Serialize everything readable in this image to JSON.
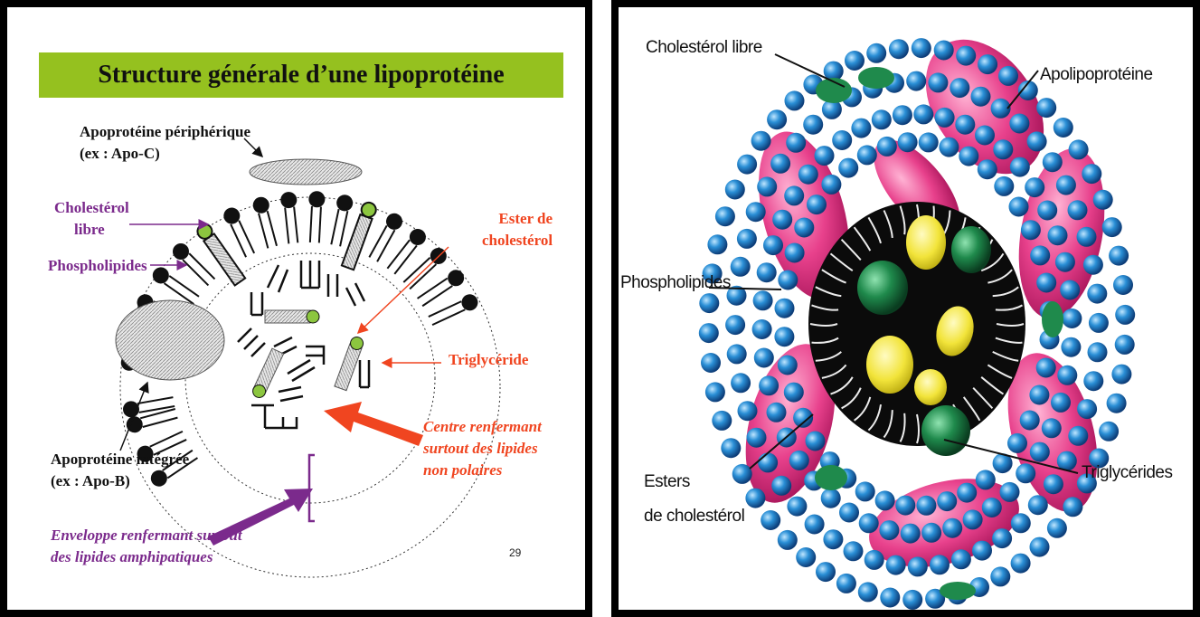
{
  "left": {
    "title": "Structure générale d’une lipoprotéine",
    "apo_peripheral_line1": "Apoprotéine périphérique",
    "apo_peripheral_line2": "(ex : Apo-C)",
    "chol_libre_line1": "Cholestérol",
    "chol_libre_line2": "libre",
    "phospholipides": "Phospholipides",
    "ester_line1": "Ester de",
    "ester_line2": "cholestérol",
    "triglyceride": "Triglycéride",
    "centre_line1": "Centre renfermant",
    "centre_line2": "surtout des lipides",
    "centre_line3": "non polaires",
    "apo_integree_line1": "Apoprotéine intégrée",
    "apo_integree_line2": "(ex : Apo-B)",
    "enveloppe_line1": "Enveloppe renfermant surtout",
    "enveloppe_line2": "des lipides amphipatiques",
    "page_number": "29",
    "colors": {
      "title_bar": "#95c11f",
      "purple": "#7b2a8c",
      "red": "#f04520",
      "green_head": "#8cc63f"
    }
  },
  "right": {
    "cholesterol_libre": "Cholestérol libre",
    "apolipoproteine": "Apolipoprotéine",
    "phospholipides": "Phospholipides",
    "esters_line1": "Esters",
    "esters_line2": "de cholestérol",
    "triglycerides": "Triglycérides",
    "colors": {
      "blue_sphere": "#2a8fd6",
      "pink_protein": "#e8418c",
      "yellow": "#f2e43a",
      "green": "#1f8a4c"
    }
  }
}
